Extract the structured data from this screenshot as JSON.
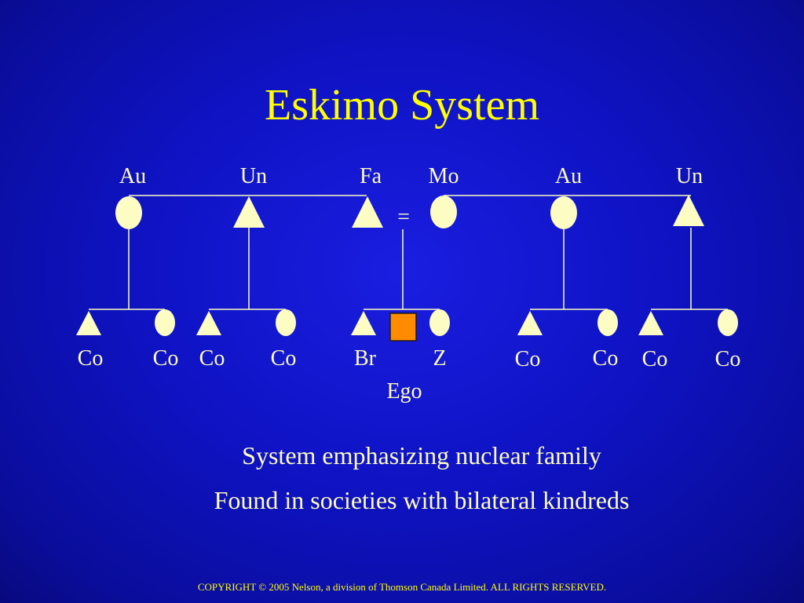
{
  "slide": {
    "title": "Eskimo System",
    "caption_lines": [
      "System emphasizing nuclear family",
      "Found in societies with bilateral kindreds"
    ],
    "copyright": "COPYRIGHT © 2005 Nelson, a division of Thomson Canada Limited. ALL RIGHTS  RESERVED."
  },
  "diagram": {
    "marriage_sign": "=",
    "ego_label": "Ego",
    "colors": {
      "symbols": "#fdfcc2",
      "ego_fill": "#ff8c00",
      "title": "#ffff00",
      "background": "#0f13c4"
    },
    "parents": [
      {
        "label": "Au",
        "shape": "circle"
      },
      {
        "label": "Un",
        "shape": "triangle"
      },
      {
        "label": "Fa",
        "shape": "triangle"
      },
      {
        "label": "Mo",
        "shape": "circle"
      },
      {
        "label": "Au",
        "shape": "circle"
      },
      {
        "label": "Un",
        "shape": "triangle"
      }
    ],
    "children": [
      {
        "label": "Co",
        "shape": "triangle"
      },
      {
        "label": "Co",
        "shape": "circle"
      },
      {
        "label": "Co",
        "shape": "triangle"
      },
      {
        "label": "Co",
        "shape": "circle"
      },
      {
        "label": "Br",
        "shape": "triangle"
      },
      {
        "label": "",
        "shape": "square",
        "role": "ego"
      },
      {
        "label": "Z",
        "shape": "circle"
      },
      {
        "label": "Co",
        "shape": "triangle"
      },
      {
        "label": "Co",
        "shape": "circle"
      },
      {
        "label": "Co",
        "shape": "triangle"
      },
      {
        "label": "Co",
        "shape": "circle"
      }
    ]
  }
}
